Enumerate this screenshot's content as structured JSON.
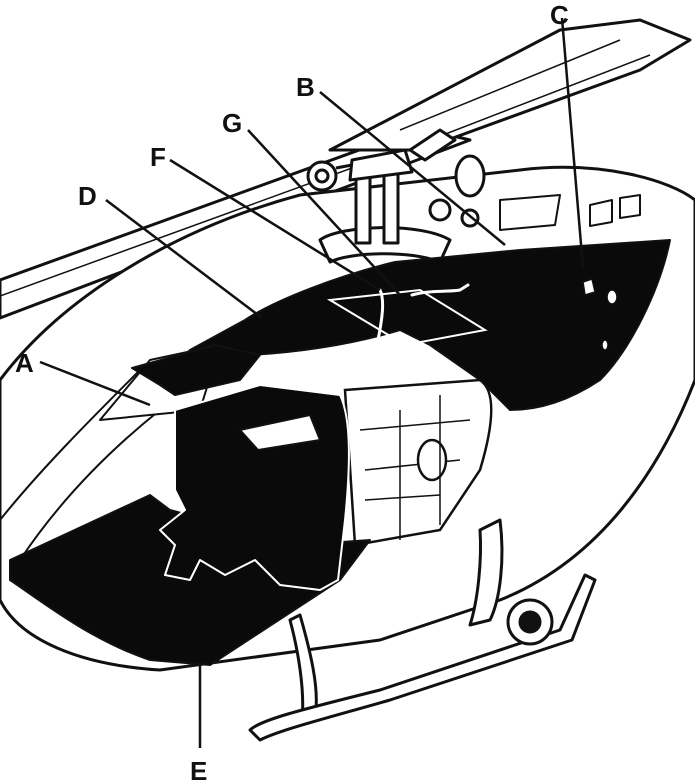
{
  "colors": {
    "ink": "#111111",
    "paper": "#ffffff",
    "cover": "#0a0a0a"
  },
  "callouts": {
    "a": "A",
    "b": "B",
    "c": "C",
    "d": "D",
    "e": "E",
    "f": "F",
    "g": "G"
  }
}
